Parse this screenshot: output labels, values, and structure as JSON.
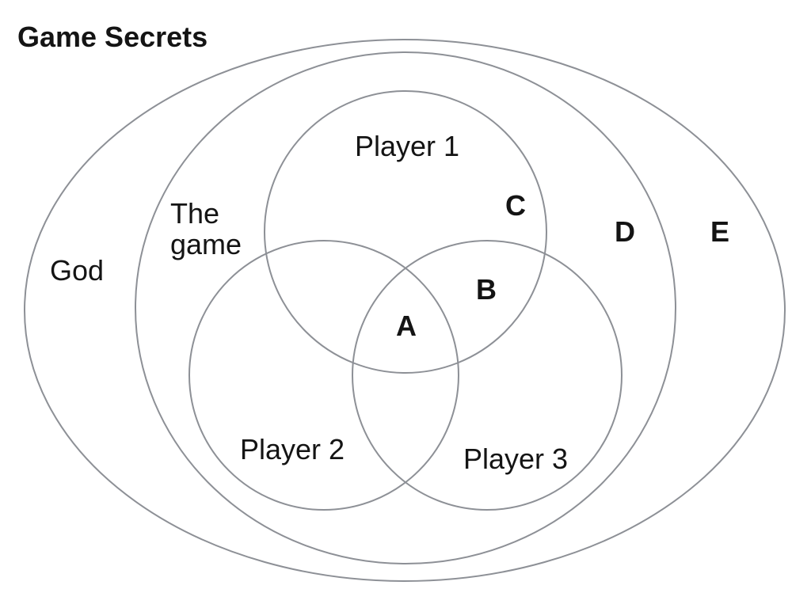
{
  "title": "Game Secrets",
  "colors": {
    "stroke": "#8d9096",
    "text": "#141414",
    "background": "#ffffff"
  },
  "diagram": {
    "type": "euler-venn",
    "sets": {
      "god": {
        "label": "God"
      },
      "game": {
        "label": "The game",
        "label_lines": [
          "The",
          "game"
        ]
      },
      "player1": {
        "label": "Player 1"
      },
      "player2": {
        "label": "Player 2"
      },
      "player3": {
        "label": "Player 3"
      }
    },
    "markers": {
      "a": {
        "label": "A"
      },
      "b": {
        "label": "B"
      },
      "c": {
        "label": "C"
      },
      "d": {
        "label": "D"
      },
      "e": {
        "label": "E"
      }
    }
  }
}
